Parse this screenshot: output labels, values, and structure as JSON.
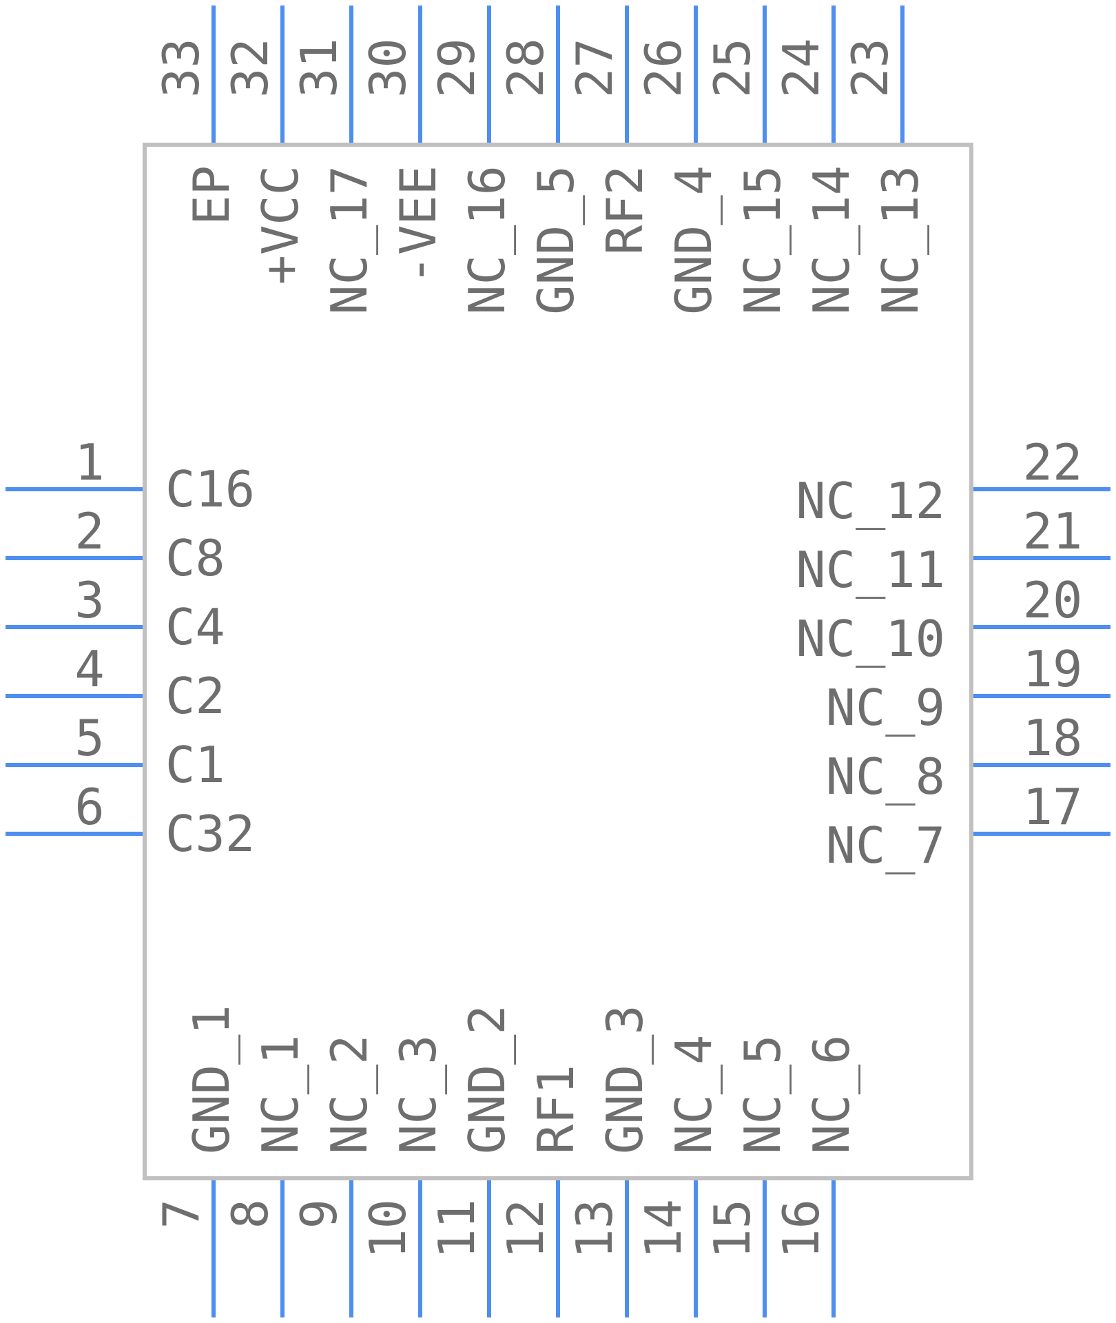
{
  "colors": {
    "pin": "#4d8ef0",
    "outline": "#c0c0c0",
    "text": "#6e6e6e",
    "background": "#ffffff"
  },
  "pins": {
    "left": [
      {
        "number": "1",
        "name": "C16"
      },
      {
        "number": "2",
        "name": "C8"
      },
      {
        "number": "3",
        "name": "C4"
      },
      {
        "number": "4",
        "name": "C2"
      },
      {
        "number": "5",
        "name": "C1"
      },
      {
        "number": "6",
        "name": "C32"
      }
    ],
    "bottom": [
      {
        "number": "7",
        "name": "GND_1"
      },
      {
        "number": "8",
        "name": "NC_1"
      },
      {
        "number": "9",
        "name": "NC_2"
      },
      {
        "number": "10",
        "name": "NC_3"
      },
      {
        "number": "11",
        "name": "GND_2"
      },
      {
        "number": "12",
        "name": "RF1"
      },
      {
        "number": "13",
        "name": "GND_3"
      },
      {
        "number": "14",
        "name": "NC_4"
      },
      {
        "number": "15",
        "name": "NC_5"
      },
      {
        "number": "16",
        "name": "NC_6"
      }
    ],
    "right": [
      {
        "number": "17",
        "name": "NC_7"
      },
      {
        "number": "18",
        "name": "NC_8"
      },
      {
        "number": "19",
        "name": "NC_9"
      },
      {
        "number": "20",
        "name": "NC_10"
      },
      {
        "number": "21",
        "name": "NC_11"
      },
      {
        "number": "22",
        "name": "NC_12"
      }
    ],
    "top": [
      {
        "number": "23",
        "name": "NC_13"
      },
      {
        "number": "24",
        "name": "NC_14"
      },
      {
        "number": "25",
        "name": "NC_15"
      },
      {
        "number": "26",
        "name": "GND_4"
      },
      {
        "number": "27",
        "name": "RF2"
      },
      {
        "number": "28",
        "name": "GND_5"
      },
      {
        "number": "29",
        "name": "NC_16"
      },
      {
        "number": "30",
        "name": "-VEE"
      },
      {
        "number": "31",
        "name": "NC_17"
      },
      {
        "number": "32",
        "name": "+VCC"
      },
      {
        "number": "33",
        "name": "EP"
      }
    ]
  }
}
